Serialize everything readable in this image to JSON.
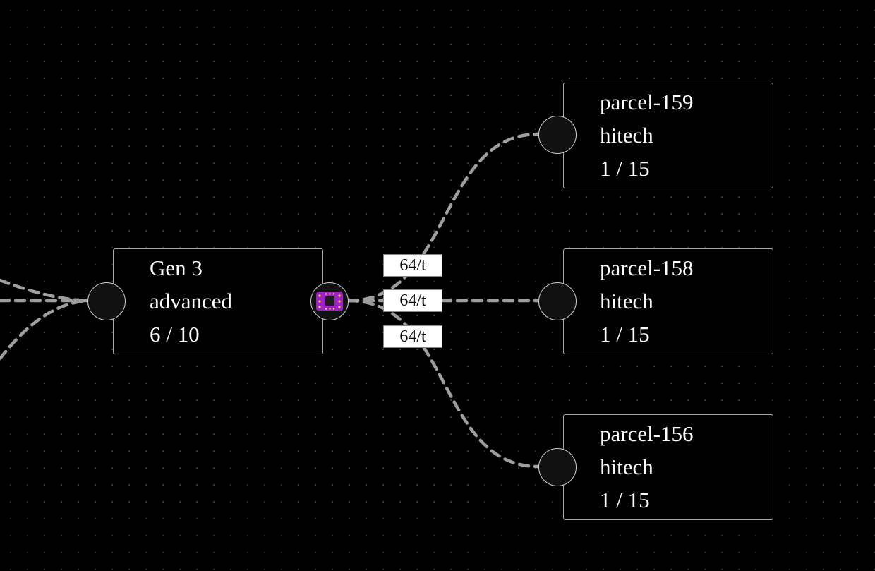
{
  "graph": {
    "source_node": {
      "name": "Gen 3",
      "tier": "advanced",
      "count": "6 / 10",
      "output_icon": "chip-icon"
    },
    "target_nodes": [
      {
        "name": "parcel-159",
        "tier": "hitech",
        "count": "1 / 15"
      },
      {
        "name": "parcel-158",
        "tier": "hitech",
        "count": "1 / 15"
      },
      {
        "name": "parcel-156",
        "tier": "hitech",
        "count": "1 / 15"
      }
    ],
    "edge_labels": [
      "64/t",
      "64/t",
      "64/t"
    ]
  },
  "colors": {
    "background": "#000000",
    "edge": "#9e9e9e",
    "node_border": "#a9a9a9",
    "chip": "#a020c8"
  }
}
